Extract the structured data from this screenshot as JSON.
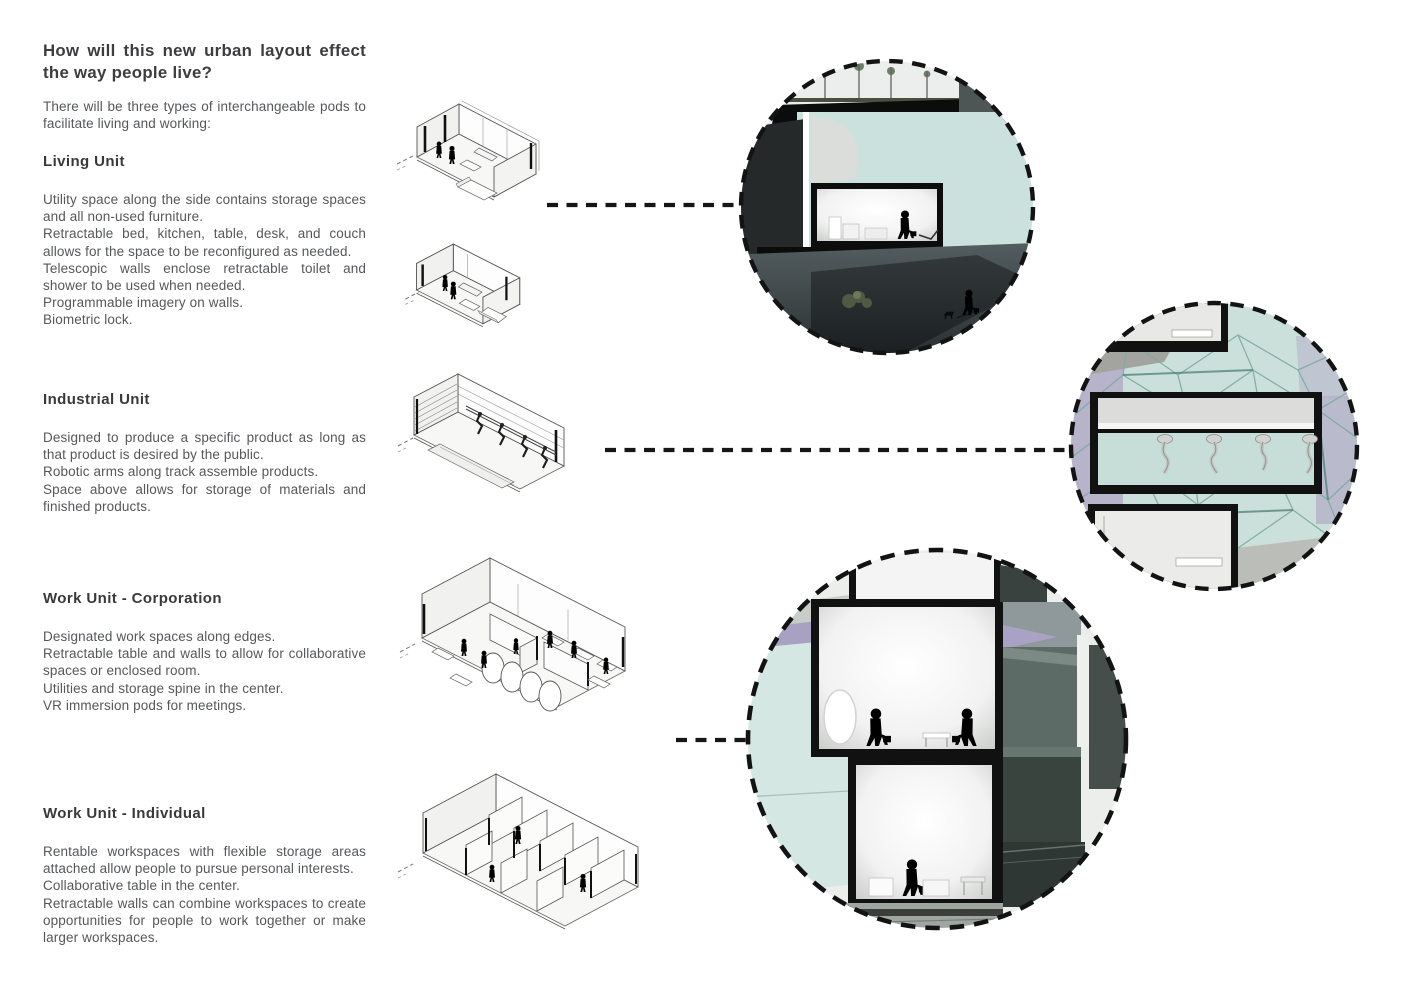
{
  "page": {
    "heading": "How will this new urban layout effect the way people live?",
    "intro": "There will be three types of interchangeable pods to facilitate living and working:"
  },
  "sections": [
    {
      "title": "Living Unit",
      "body": [
        "Utility space along the side contains storage spaces and all non-used furniture.",
        "Retractable bed, kitchen, table, desk, and couch allows for the space to be reconfigured as needed.",
        "Telescopic walls enclose retractable toilet and shower to be used when needed.",
        "Programmable imagery on walls.",
        "Biometric lock."
      ]
    },
    {
      "title": "Industrial Unit",
      "body": [
        "Designed to produce a specific product as long as that product is desired by the public.",
        "Robotic arms along track assemble products.",
        "Space above allows for storage of materials and finished products."
      ]
    },
    {
      "title": "Work Unit - Corporation",
      "body": [
        "Designated work spaces along edges.",
        "Retractable table and walls to allow for collaborative spaces or enclosed room.",
        "Utilities and storage spine in the center.",
        "VR immersion pods for meetings."
      ]
    },
    {
      "title": "Work Unit - Individual",
      "body": [
        "Rentable workspaces with flexible storage areas attached allow people to pursue personal interests.",
        "Collaborative table in the center.",
        "Retractable walls can combine workspaces to create opportunities for people to work together or make larger workspaces."
      ]
    }
  ],
  "figures": {
    "axon_living_1": "living-unit-axonometric-bed-configuration",
    "axon_living_2": "living-unit-axonometric-lounge-configuration",
    "axon_industrial": "industrial-unit-axonometric-robotic-arms",
    "axon_corporation": "work-unit-corporation-axonometric",
    "axon_individual": "work-unit-individual-axonometric",
    "render_living": "living-unit-section-render",
    "render_industrial": "industrial-unit-section-render",
    "render_work": "work-unit-section-render"
  },
  "colors": {
    "mint": "#cfe3df",
    "robot_band_mint": "#c6ddd8",
    "lavender": "#a8a1c2",
    "lattice_teal": "#7dab9f",
    "charcoal": "#26292a",
    "ink": "#161616",
    "text_body": "#56575a",
    "text_heading": "#3d3d3f"
  }
}
